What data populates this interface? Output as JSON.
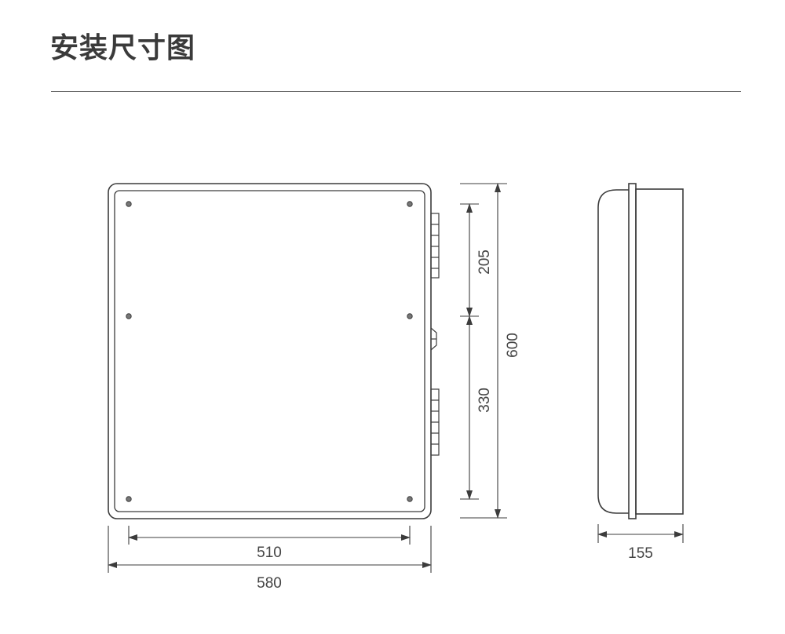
{
  "header": {
    "title": "安装尺寸图"
  },
  "dimensions": {
    "front_inner_width": "510",
    "front_outer_width": "580",
    "side_depth": "155",
    "upper_segment": "205",
    "lower_segment": "330",
    "total_height": "600"
  },
  "colors": {
    "line": "#3c3c3c",
    "title": "#3a3a3a",
    "text": "#444444"
  }
}
